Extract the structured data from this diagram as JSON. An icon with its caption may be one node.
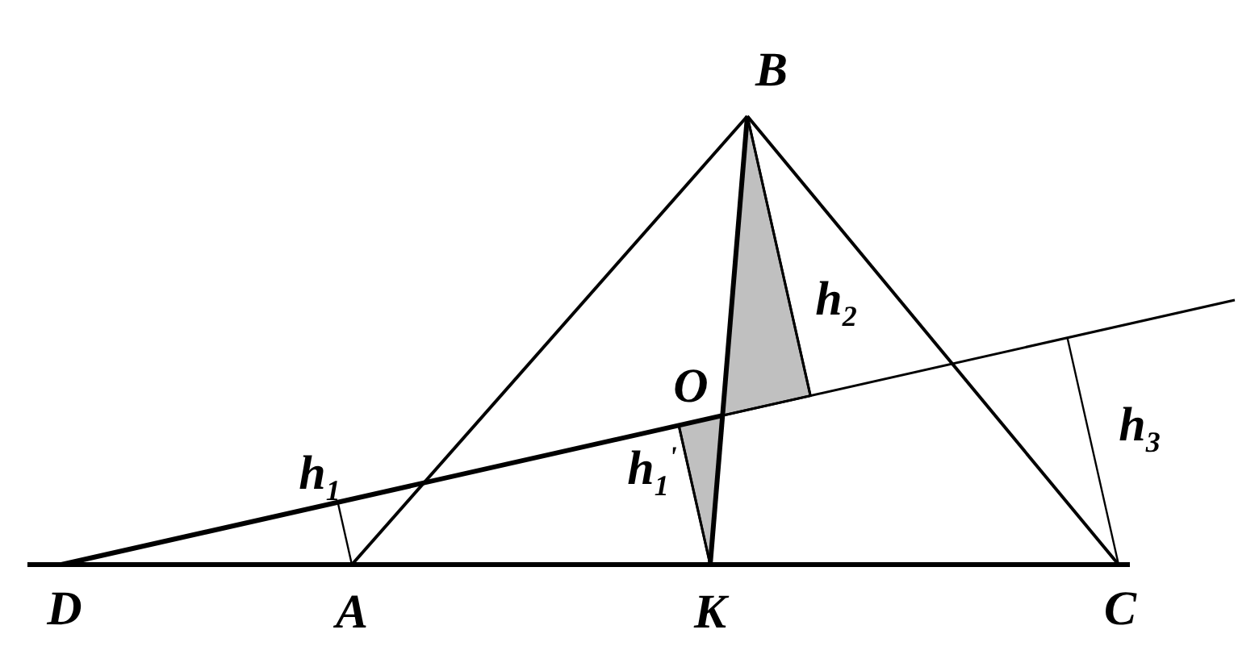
{
  "diagram": {
    "labels": [
      "B",
      "h$_{2}$",
      "O",
      "h$_{3}$",
      "h$_{1}$",
      "h$_{1}$$^{'}$",
      "D",
      "A",
      "K",
      "C"
    ]
  }
}
